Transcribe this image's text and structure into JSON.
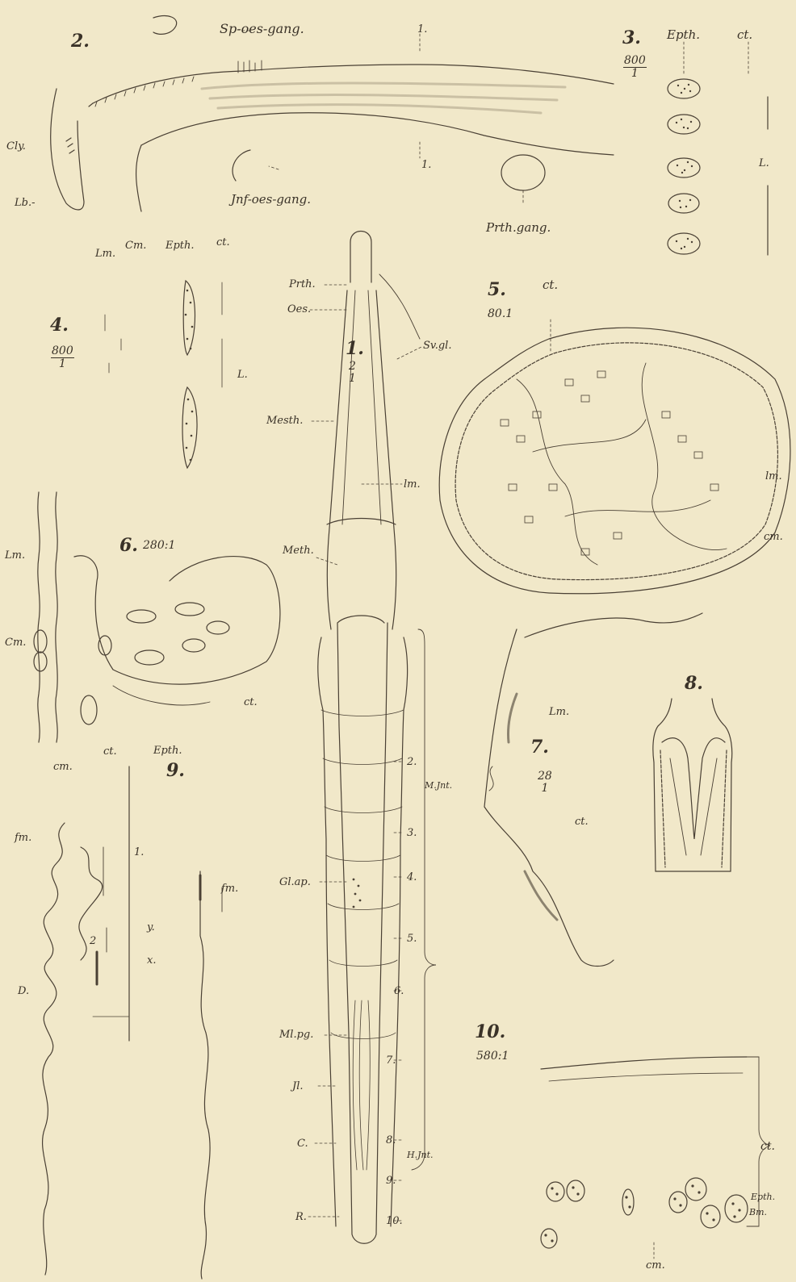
{
  "plate": {
    "background": "#f1e8c9",
    "ink": "#3a3228"
  },
  "figures": {
    "f1": "1.",
    "f2": "2.",
    "f3": "3.",
    "f4": "4.",
    "f5": "5.",
    "f6": "6.",
    "f7": "7.",
    "f8": "8.",
    "f9": "9.",
    "f10": "10."
  },
  "scales": {
    "f1_num": "2",
    "f1_den": "1",
    "f3_num": "800",
    "f3_den": "1",
    "f4_num": "800",
    "f4_den": "1",
    "f5": "80.1",
    "f6": "280:1",
    "f7_num": "28",
    "f7_den": "1",
    "f10": "580:1"
  },
  "labels": {
    "sp_oes_gang": "Sp-oes-gang.",
    "inf_oes_gang": "Jnf-oes-gang.",
    "prth_gang": "Prth.gang.",
    "cly": "Cly.",
    "lb": "Lb.-",
    "f2_one_a": "1.",
    "f2_one_b": "1.",
    "epth3": "Epth.",
    "ct3": "ct.",
    "l3": "L.",
    "lm4": "Lm.",
    "cm4": "Cm.",
    "epth4": "Epth.",
    "ct4": "ct.",
    "l4": "L.",
    "prth": "Prth.",
    "oes": "Oes.",
    "svgl": "Sv.gl.",
    "mesth": "Mesth.",
    "lm1": "lm.",
    "meth": "Meth.",
    "mjnt": "M.Jnt.",
    "hjnt": "H.Jnt.",
    "glap": "Gl.ap.",
    "mlpg": "Ml.pg.",
    "jl": "Jl.",
    "c1": "C.",
    "r1": "R.",
    "n2": "2.",
    "n3": "3.",
    "n4": "4.",
    "n5": "5.",
    "n6": "6.",
    "n7": "7.",
    "n8": "8.",
    "n9": "9.",
    "n10": "10.",
    "ct5": "ct.",
    "lm5": "lm.",
    "cm5": "cm.",
    "lm6": "Lm.",
    "cm6": "Cm.",
    "ct6": "ct.",
    "epth6": "Epth.",
    "lm7": "Lm.",
    "ct7": "ct.",
    "cm9": "cm.",
    "ct9": "ct.",
    "fm9a": "fm.",
    "fm9b": "fm.",
    "one9": "1.",
    "two9": "2",
    "y9": "y.",
    "x9": "x.",
    "d9": "D.",
    "ct10": "ct.",
    "epth10": "Epth.",
    "bm10": "Bm.",
    "cm10": "cm."
  }
}
